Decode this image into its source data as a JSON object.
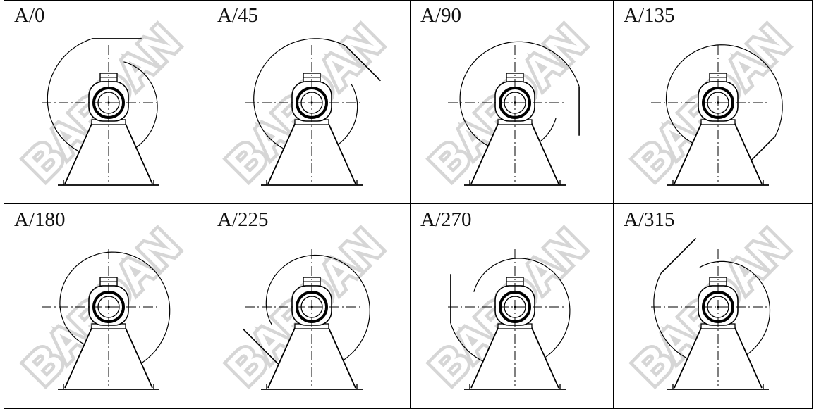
{
  "diagram": {
    "rows": 2,
    "cols": 4,
    "cells": [
      {
        "label": "A/0",
        "angle": 0
      },
      {
        "label": "A/45",
        "angle": 45
      },
      {
        "label": "A/90",
        "angle": 90
      },
      {
        "label": "A/135",
        "angle": 135
      },
      {
        "label": "A/180",
        "angle": 180
      },
      {
        "label": "A/225",
        "angle": 225
      },
      {
        "label": "A/270",
        "angle": 270
      },
      {
        "label": "A/315",
        "angle": 315
      }
    ],
    "watermark": "BARDAN",
    "watermark_color": "#d6d6d6",
    "line_color": "#000000"
  }
}
